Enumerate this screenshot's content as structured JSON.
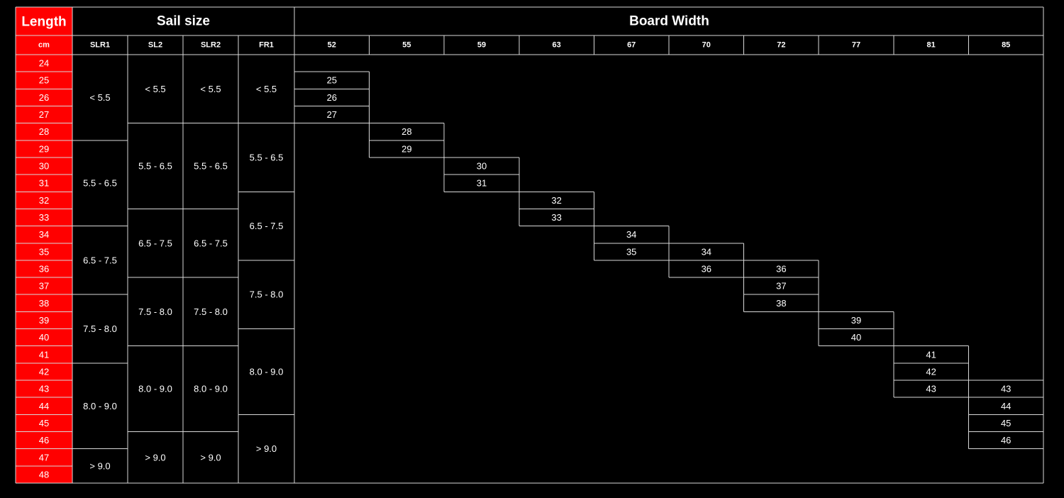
{
  "header": {
    "length_title": "Length",
    "sail_title": "Sail size",
    "board_title": "Board Width",
    "unit": "cm"
  },
  "sail_columns": [
    "SLR1",
    "SL2",
    "SLR2",
    "FR1"
  ],
  "board_widths": [
    "52",
    "55",
    "59",
    "63",
    "67",
    "70",
    "72",
    "77",
    "81",
    "85"
  ],
  "lengths": [
    "24",
    "25",
    "26",
    "27",
    "28",
    "29",
    "30",
    "31",
    "32",
    "33",
    "34",
    "35",
    "36",
    "37",
    "38",
    "39",
    "40",
    "41",
    "42",
    "43",
    "44",
    "45",
    "46",
    "47",
    "48"
  ],
  "sail_ranges": {
    "SLR1": [
      {
        "label": "< 5.5",
        "from": "24",
        "to": "28"
      },
      {
        "label": "5.5 - 6.5",
        "from": "29",
        "to": "33"
      },
      {
        "label": "6.5 - 7.5",
        "from": "34",
        "to": "37"
      },
      {
        "label": "7.5 -  8.0",
        "from": "38",
        "to": "41"
      },
      {
        "label": "8.0 - 9.0",
        "from": "42",
        "to": "46"
      },
      {
        "label": "> 9.0",
        "from": "47",
        "to": "48"
      }
    ],
    "SL2": [
      {
        "label": "< 5.5",
        "from": "24",
        "to": "27"
      },
      {
        "label": "5.5 - 6.5",
        "from": "28",
        "to": "32"
      },
      {
        "label": "6.5 - 7.5",
        "from": "33",
        "to": "36"
      },
      {
        "label": "7.5 -  8.0",
        "from": "37",
        "to": "40"
      },
      {
        "label": "8.0 - 9.0",
        "from": "41",
        "to": "45"
      },
      {
        "label": "> 9.0",
        "from": "46",
        "to": "48"
      }
    ],
    "SLR2": [
      {
        "label": "< 5.5",
        "from": "24",
        "to": "27"
      },
      {
        "label": "5.5 - 6.5",
        "from": "28",
        "to": "32"
      },
      {
        "label": "6.5 - 7.5",
        "from": "33",
        "to": "36"
      },
      {
        "label": "7.5 -  8.0",
        "from": "37",
        "to": "40"
      },
      {
        "label": "8.0 - 9.0",
        "from": "41",
        "to": "45"
      },
      {
        "label": "> 9.0",
        "from": "46",
        "to": "48"
      }
    ],
    "FR1": [
      {
        "label": "< 5.5",
        "from": "24",
        "to": "27"
      },
      {
        "label": "5.5 - 6.5",
        "from": "28",
        "to": "31"
      },
      {
        "label": "6.5 - 7.5",
        "from": "32",
        "to": "35"
      },
      {
        "label": "7.5 -  8.0",
        "from": "36",
        "to": "39"
      },
      {
        "label": "8.0 - 9.0",
        "from": "40",
        "to": "44"
      },
      {
        "label": "> 9.0",
        "from": "45",
        "to": "48"
      }
    ]
  },
  "board_cells": [
    {
      "row": "25",
      "width": "52",
      "value": "25"
    },
    {
      "row": "26",
      "width": "52",
      "value": "26"
    },
    {
      "row": "27",
      "width": "52",
      "value": "27"
    },
    {
      "row": "28",
      "width": "55",
      "value": "28"
    },
    {
      "row": "29",
      "width": "55",
      "value": "29"
    },
    {
      "row": "30",
      "width": "59",
      "value": "30"
    },
    {
      "row": "31",
      "width": "59",
      "value": "31"
    },
    {
      "row": "32",
      "width": "63",
      "value": "32"
    },
    {
      "row": "33",
      "width": "63",
      "value": "33"
    },
    {
      "row": "34",
      "width": "67",
      "value": "34"
    },
    {
      "row": "35",
      "width": "67",
      "value": "35"
    },
    {
      "row": "35",
      "width": "70",
      "value": "34"
    },
    {
      "row": "36",
      "width": "70",
      "value": "36"
    },
    {
      "row": "36",
      "width": "72",
      "value": "36"
    },
    {
      "row": "37",
      "width": "72",
      "value": "37"
    },
    {
      "row": "38",
      "width": "72",
      "value": "38"
    },
    {
      "row": "39",
      "width": "77",
      "value": "39"
    },
    {
      "row": "40",
      "width": "77",
      "value": "40"
    },
    {
      "row": "41",
      "width": "81",
      "value": "41"
    },
    {
      "row": "42",
      "width": "81",
      "value": "42"
    },
    {
      "row": "43",
      "width": "81",
      "value": "43"
    },
    {
      "row": "43",
      "width": "85",
      "value": "43"
    },
    {
      "row": "44",
      "width": "85",
      "value": "44"
    },
    {
      "row": "45",
      "width": "85",
      "value": "45"
    },
    {
      "row": "46",
      "width": "85",
      "value": "46"
    }
  ],
  "colors": {
    "background": "#000000",
    "accent_red": "#ff0000",
    "grid": "#d9d9d9",
    "text": "#ffffff"
  }
}
